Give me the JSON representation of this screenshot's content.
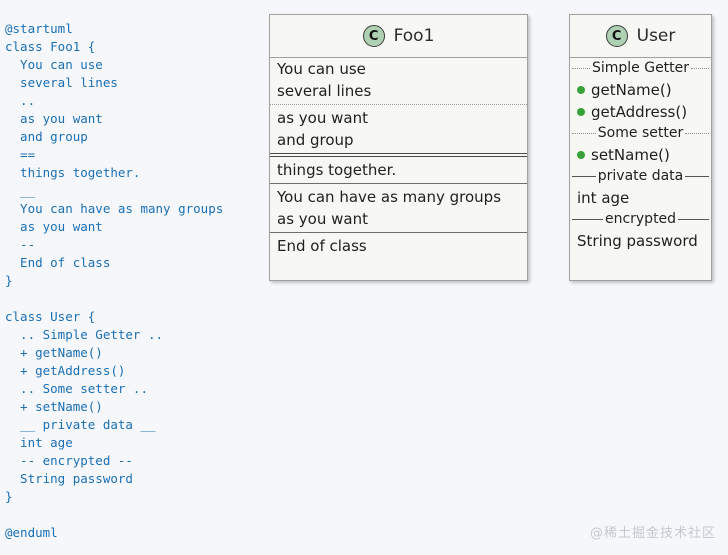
{
  "background_color": "#f6f7fa",
  "code": {
    "text_color": "#1a6fb5",
    "block1": [
      "@startuml",
      "class Foo1 {",
      "  You can use",
      "  several lines",
      "  ..",
      "  as you want",
      "  and group",
      "  ==",
      "  things together.",
      "  __",
      "  You can have as many groups",
      "  as you want",
      "  --",
      "  End of class",
      "}"
    ],
    "block2": [
      "class User {",
      "  .. Simple Getter ..",
      "  + getName()",
      "  + getAddress()",
      "  .. Some setter ..",
      "  + setName()",
      "  __ private data __",
      "  int age",
      "  -- encrypted --",
      "  String password",
      "}"
    ],
    "block3": [
      "@enduml"
    ]
  },
  "diagrams": [
    {
      "id": "foo-box",
      "icon_letter": "C",
      "icon_color": "#ADD1B2",
      "title": "Foo1",
      "rows": [
        {
          "kind": "member",
          "text": "You can use",
          "bullet": false
        },
        {
          "kind": "member",
          "text": "several lines",
          "bullet": false
        },
        {
          "kind": "sep",
          "style": "dotted"
        },
        {
          "kind": "member",
          "text": "as you want",
          "bullet": false
        },
        {
          "kind": "member",
          "text": "and group",
          "bullet": false
        },
        {
          "kind": "sep",
          "style": "double"
        },
        {
          "kind": "member",
          "text": "things together.",
          "bullet": false
        },
        {
          "kind": "sep",
          "style": "solid"
        },
        {
          "kind": "member",
          "text": "You can have as many groups",
          "bullet": false
        },
        {
          "kind": "member",
          "text": "as you want",
          "bullet": false
        },
        {
          "kind": "sep",
          "style": "solid"
        },
        {
          "kind": "member",
          "text": "End of class",
          "bullet": false
        }
      ]
    },
    {
      "id": "user-box",
      "icon_letter": "C",
      "icon_color": "#ADD1B2",
      "title": "User",
      "rows": [
        {
          "kind": "sep-titled",
          "style": "dotted",
          "label": "Simple Getter"
        },
        {
          "kind": "member",
          "text": "getName()",
          "bullet": true
        },
        {
          "kind": "member",
          "text": "getAddress()",
          "bullet": true
        },
        {
          "kind": "sep-titled",
          "style": "dotted",
          "label": "Some setter"
        },
        {
          "kind": "member",
          "text": "setName()",
          "bullet": true
        },
        {
          "kind": "sep-titled",
          "style": "solid",
          "label": "private data"
        },
        {
          "kind": "member",
          "text": "int age",
          "bullet": false
        },
        {
          "kind": "sep-titled",
          "style": "solid",
          "label": "encrypted"
        },
        {
          "kind": "member",
          "text": "String password",
          "bullet": false
        }
      ]
    }
  ],
  "watermark": {
    "text": "@稀土掘金技术社区",
    "color": "#c6c8cf"
  }
}
